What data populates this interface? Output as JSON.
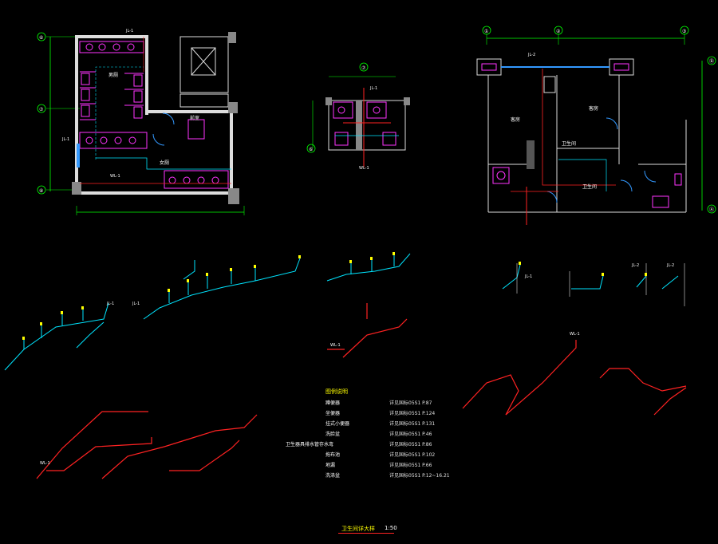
{
  "drawing": {
    "colors": {
      "background": "#000000",
      "wall": "#ffffff",
      "fixture": "#ff33ff",
      "cold_water_pipe": "#00e5ff",
      "drain_pipe": "#ff2222",
      "dimension": "#00ff00",
      "annotation": "#ffff00"
    },
    "plan_a": {
      "axis_top": "⑥",
      "axis_mid": "⑦",
      "axis_bottom": "⑧",
      "room_1": "男厕",
      "room_2": "前室",
      "room_3": "女厕",
      "tag_1": "JL-1",
      "tag_2": "JL-1",
      "tag_3": "WL-1"
    },
    "plan_b": {
      "axis_top": "⑦",
      "axis_left": "⑥",
      "tag_1": "JL-1",
      "tag_2": "WL-1"
    },
    "plan_c": {
      "axis_1": "①",
      "axis_2": "②",
      "axis_3": "③",
      "axis_right_top": "Ⓑ",
      "axis_right_bottom": "Ⓐ",
      "room_1": "客房",
      "room_2": "客房",
      "room_3": "卫生间",
      "room_4": "卫生间",
      "tag_1": "JL-2"
    },
    "iso_labels": {
      "jl1_a": "JL-1",
      "jl1_b": "JL-1",
      "jl1_c": "JL-1",
      "jl2_a": "JL-2",
      "jl2_b": "JL-2",
      "wl1_a": "WL-1",
      "wl1_b": "WL-1",
      "wl1_c": "WL-1"
    },
    "legend": {
      "title": "图例说明",
      "rows": [
        {
          "name": "蹲便器",
          "ref": "详见国标05S1 P.87"
        },
        {
          "name": "坐便器",
          "ref": "详见国标05S1 P.124"
        },
        {
          "name": "挂式小便器",
          "ref": "详见国标05S1 P.131"
        },
        {
          "name": "洗脸盆",
          "ref": "详见国标05S1 P.46"
        },
        {
          "name": "卫生器具排水管存水弯",
          "ref": "详见国标05S1 P.86"
        },
        {
          "name": "拖布池",
          "ref": "详见国标05S1 P.102"
        },
        {
          "name": "地漏",
          "ref": "详见国标05S1 P.66"
        },
        {
          "name": "洗涤盆",
          "ref": "详见国标05S1 P.12~16.21"
        }
      ]
    },
    "footer": {
      "title": "卫生间详大样",
      "scale": "1:50"
    }
  }
}
